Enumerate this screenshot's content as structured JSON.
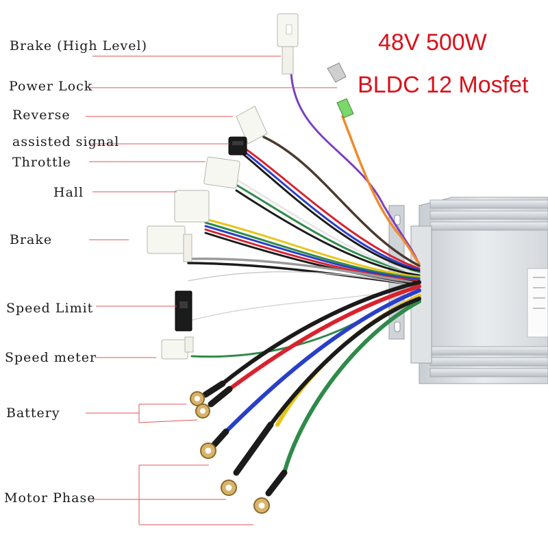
{
  "headline": {
    "spec": "48V 500W",
    "type": "BLDC 12 Mosfet",
    "color": "#d9111b"
  },
  "labels": {
    "brake_high": "Brake (High Level)",
    "power_lock": "Power Lock",
    "reverse": "Reverse",
    "assisted_signal": "assisted signal",
    "throttle": "Throttle",
    "hall": "Hall",
    "brake": "Brake",
    "speed_limit": "Speed Limit",
    "speed_meter": "Speed meter",
    "battery": "Battery",
    "motor_phase": "Motor Phase"
  },
  "leader_color": "#e05555",
  "wire_colors": {
    "black": "#1b1b1b",
    "red": "#d8232e",
    "blue": "#2a3fc8",
    "yellow": "#e8c51a",
    "green": "#2f8a4a",
    "purple": "#7a3fc0",
    "orange": "#f08a2a",
    "brown": "#4a3a30",
    "white": "#f4f4f4",
    "gray": "#9a9a9a"
  }
}
